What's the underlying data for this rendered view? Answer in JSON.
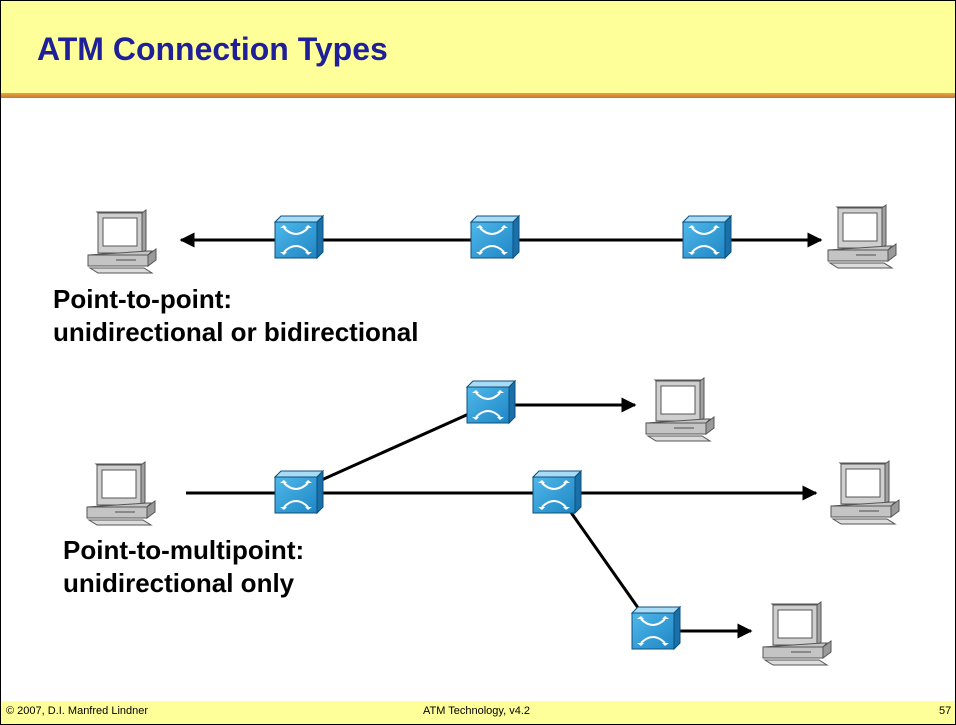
{
  "slide": {
    "title": "ATM Connection Types"
  },
  "sections": {
    "point_to_point": {
      "line1": "Point-to-point:",
      "line2": "unidirectional or bidirectional"
    },
    "point_to_multipoint": {
      "line1": "Point-to-multipoint:",
      "line2": "unidirectional only"
    }
  },
  "footer": {
    "copyright": "© 2007, D.I. Manfred Lindner",
    "course": "ATM Technology, v4.2",
    "page": "57"
  },
  "colors": {
    "title_bar": "#ffff99",
    "title_text": "#1f1f99",
    "divider": "#d88a38",
    "switch_blue": "#2e9fd8"
  },
  "icons": {
    "switch": "atm-switch-icon",
    "computer": "computer-icon"
  }
}
